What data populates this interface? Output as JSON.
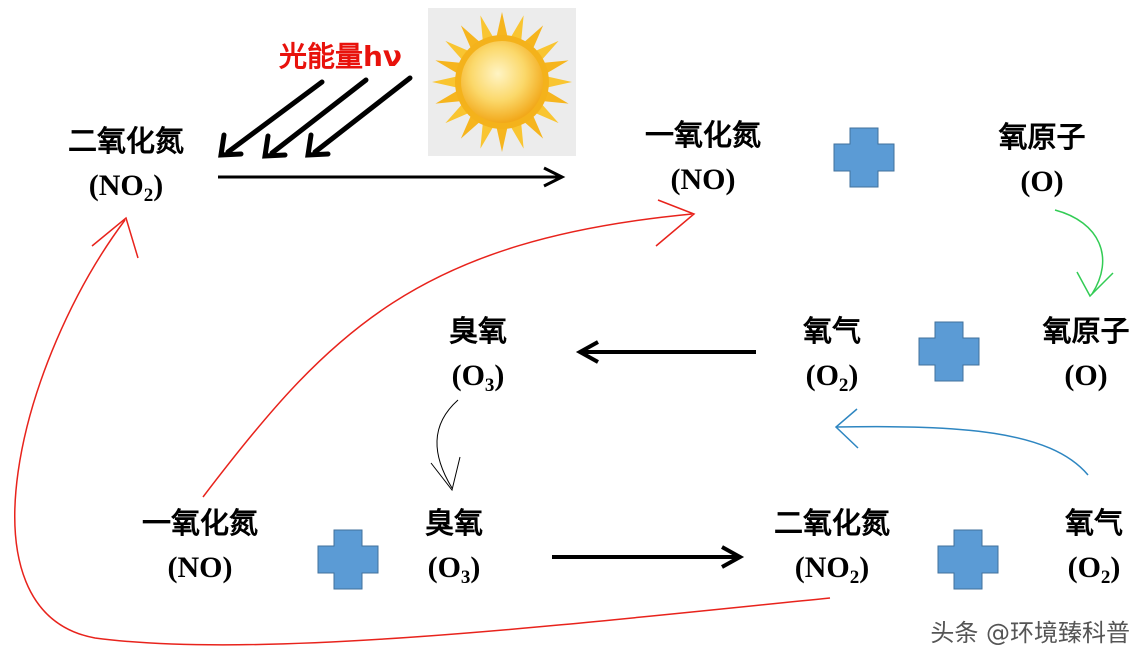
{
  "light_energy_label": "光能量hν",
  "watermark": "头条 @环境臻科普",
  "icons": {
    "sun": "sun-icon",
    "plus": "blue-plus-icon"
  },
  "colors": {
    "sun_outer": "#f7b719",
    "sun_inner": "#fbd86a",
    "sun_background": "#ececec",
    "plus_fill": "#5b9bd5",
    "red_curve": "#e8231c",
    "green_curve": "#33cc55",
    "blue_curve": "#2e86c1",
    "black_arrow": "#000000",
    "label_red": "#e8120c"
  },
  "nodes": {
    "no2_top": {
      "name": "二氧化氮",
      "formula": "NO",
      "subscript": "2"
    },
    "no_top": {
      "name": "一氧化氮",
      "formula": "NO",
      "subscript": ""
    },
    "o_top": {
      "name": "氧原子",
      "formula": "O",
      "subscript": ""
    },
    "o3_mid": {
      "name": "臭氧",
      "formula": "O",
      "subscript": "3"
    },
    "o2_mid": {
      "name": "氧气",
      "formula": "O",
      "subscript": "2"
    },
    "o_mid": {
      "name": "氧原子",
      "formula": "O",
      "subscript": ""
    },
    "no_bottom": {
      "name": "一氧化氮",
      "formula": "NO",
      "subscript": ""
    },
    "o3_bottom": {
      "name": "臭氧",
      "formula": "O",
      "subscript": "3"
    },
    "no2_bottom": {
      "name": "二氧化氮",
      "formula": "NO",
      "subscript": "2"
    },
    "o2_bottom": {
      "name": "氧气",
      "formula": "O",
      "subscript": "2"
    }
  }
}
